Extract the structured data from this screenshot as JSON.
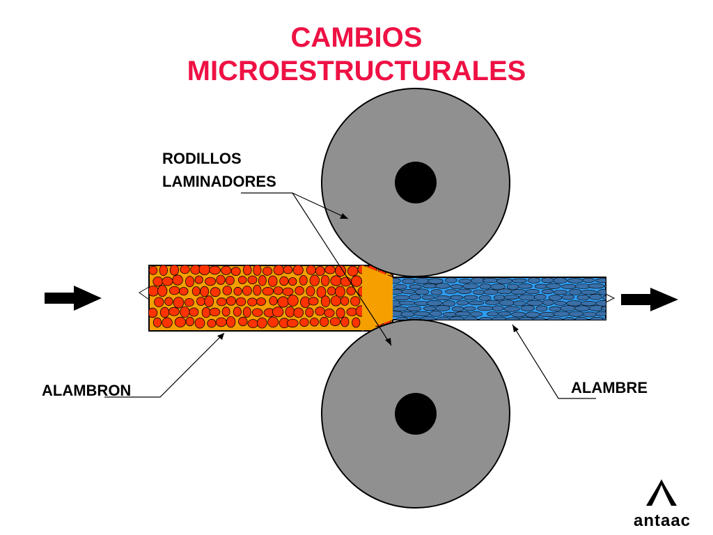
{
  "title": {
    "line1": "CAMBIOS",
    "line2": "MICROESTRUCTURALES"
  },
  "labels": {
    "rollers_line1": "RODILLOS",
    "rollers_line2": "LAMINADORES",
    "input_rod": "ALAMBRON",
    "output_wire": "ALAMBRE"
  },
  "logo": {
    "text": "antaac"
  },
  "colors": {
    "title": "#ee1144",
    "roller": "#909090",
    "roller_hub": "#000000",
    "coarse_grain": "#ff3300",
    "coarse_matrix": "#f5a000",
    "fine_grain": "#3a6fa8",
    "fine_matrix": "#2f9cf0",
    "arrow": "#000000"
  }
}
